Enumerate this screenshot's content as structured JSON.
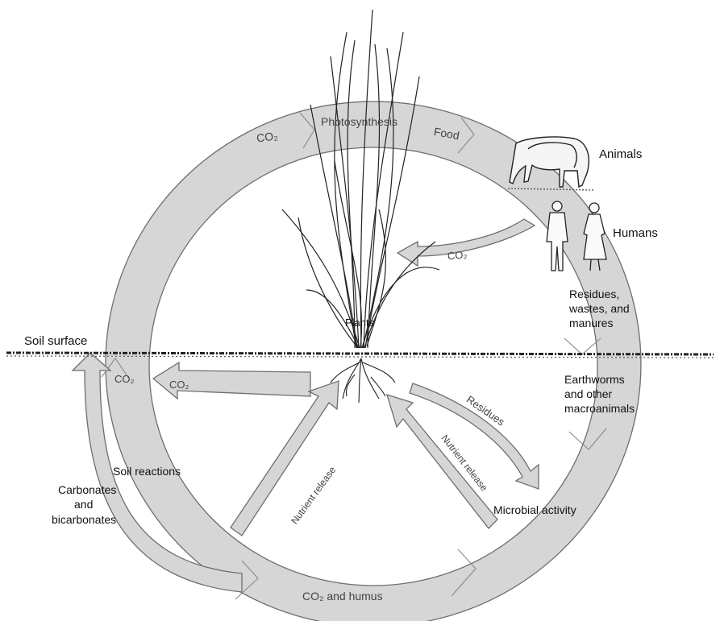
{
  "cycle_labels": {
    "co2_top": "CO₂",
    "photosynthesis": "Photosynthesis",
    "food": "Food",
    "co2_inner": "CO₂",
    "co2_humus": "CO₂ and humus",
    "co2_left": "CO₂",
    "co2_soil": "CO₂",
    "residues": "Residues",
    "nutrient_release_left": "Nutrient release",
    "nutrient_release_right": "Nutrient release"
  },
  "side_labels": {
    "animals": "Animals",
    "humans": "Humans",
    "residues_wastes": [
      "Residues,",
      "wastes, and",
      "manures"
    ],
    "earthworms": [
      "Earthworms",
      "and other",
      "macroanimals"
    ],
    "microbial": "Microbial activity",
    "soil_surface": "Soil surface",
    "soil_reactions": "Soil reactions",
    "carbonates": [
      "Carbonates",
      "and",
      "bicarbonates"
    ],
    "plants": "Plants"
  },
  "colors": {
    "band_fill": "#d6d6d6",
    "band_stroke": "#6e6e6e",
    "ink": "#111111",
    "soil_line": "#222222"
  },
  "icons": {
    "plant": "grass-plant-icon",
    "horse": "horse-icon",
    "humans": "people-icon",
    "roots": "roots-icon"
  }
}
